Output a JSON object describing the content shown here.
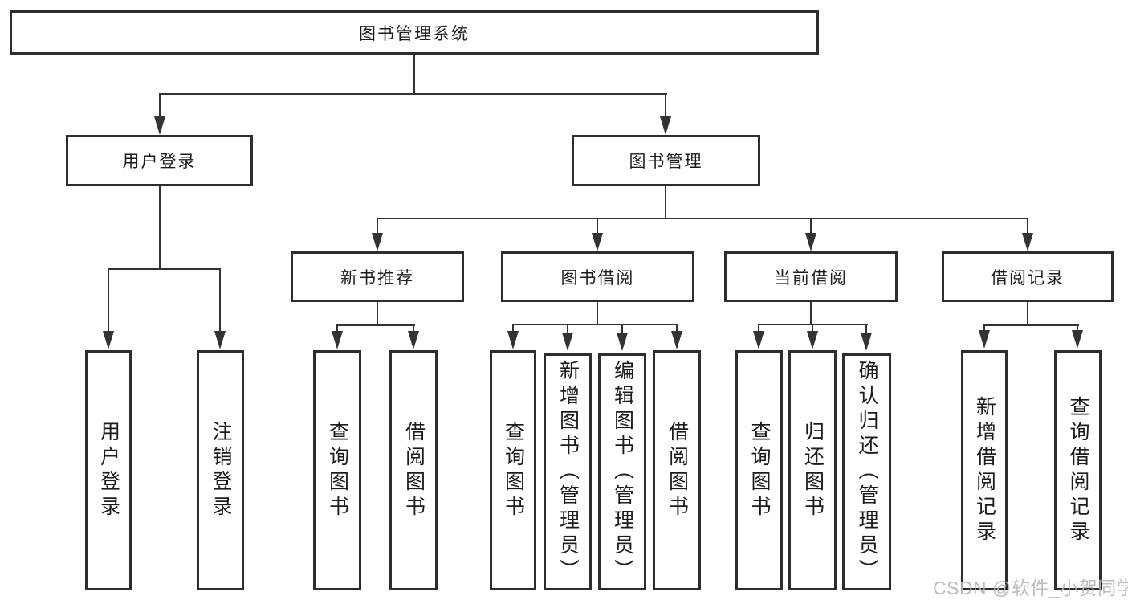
{
  "diagram": {
    "title": "图书管理系统",
    "colors": {
      "background": "#ffffff",
      "line": "#333333",
      "box_border": "#2d2d2d",
      "box_fill": "#ffffff",
      "text": "#1c1c1c",
      "watermark": "#b5b5b5"
    },
    "nodes": {
      "root": "图书管理系统",
      "userLogin": "用户登录",
      "bookMgmt": "图书管理",
      "newBookRec": "新书推荐",
      "bookBorrow": "图书借阅",
      "currentBorrow": "当前借阅",
      "borrowRecords": "借阅记录",
      "userLoginLeaf": "用户登录",
      "logoutLeaf": "注销登录",
      "nbQueryBooks": "查询图书",
      "nbBorrowBooks": "借阅图书",
      "bbQueryBooks": "查询图书",
      "bbAddBooks": "新增图书（管理员）",
      "bbEditBooks": "编辑图书（管理员）",
      "bbBorrowBooks": "借阅图书",
      "cbQueryBooks": "查询图书",
      "cbReturnBooks": "归还图书",
      "cbConfirmReturn": "确认归还（管理员）",
      "brAddRecord": "新增借阅记录",
      "brQueryRecord": "查询借阅记录"
    },
    "watermark": {
      "text": "CSDN @软件_小贺同学"
    }
  }
}
